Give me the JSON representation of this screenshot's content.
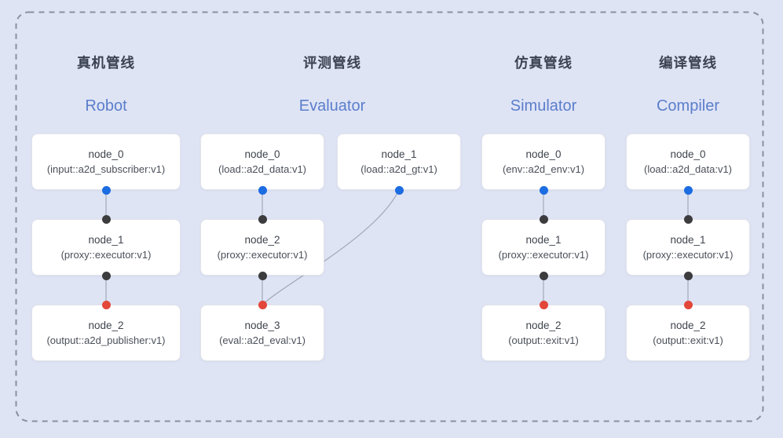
{
  "diagram": {
    "background_color": "#dfe4f5",
    "frame_color": "#8a909c",
    "edge_color": "#a6acb9",
    "box_border_color": "#e2e4ea",
    "title_color": "#3b4252",
    "subtitle_color": "#5b7ecb",
    "port_colors": {
      "source_port": "#1c6ce2",
      "input_port": "#3c3c3e",
      "terminal_port": "#e2473a"
    }
  },
  "pipelines": [
    {
      "id": "robot",
      "title_zh": "真机管线",
      "title_en": "Robot",
      "nodes": [
        {
          "name": "node_0",
          "type": "(input::a2d_subscriber:v1)"
        },
        {
          "name": "node_1",
          "type": "(proxy::executor:v1)"
        },
        {
          "name": "node_2",
          "type": "(output::a2d_publisher:v1)"
        }
      ]
    },
    {
      "id": "evaluator",
      "title_zh": "评测管线",
      "title_en": "Evaluator",
      "nodes": [
        {
          "name": "node_0",
          "type": "(load::a2d_data:v1)"
        },
        {
          "name": "node_1",
          "type": "(load::a2d_gt:v1)"
        },
        {
          "name": "node_2",
          "type": "(proxy::executor:v1)"
        },
        {
          "name": "node_3",
          "type": "(eval::a2d_eval:v1)"
        }
      ]
    },
    {
      "id": "simulator",
      "title_zh": "仿真管线",
      "title_en": "Simulator",
      "nodes": [
        {
          "name": "node_0",
          "type": "(env::a2d_env:v1)"
        },
        {
          "name": "node_1",
          "type": "(proxy::executor:v1)"
        },
        {
          "name": "node_2",
          "type": "(output::exit:v1)"
        }
      ]
    },
    {
      "id": "compiler",
      "title_zh": "编译管线",
      "title_en": "Compiler",
      "nodes": [
        {
          "name": "node_0",
          "type": "(load::a2d_data:v1)"
        },
        {
          "name": "node_1",
          "type": "(proxy::executor:v1)"
        },
        {
          "name": "node_2",
          "type": "(output::exit:v1)"
        }
      ]
    }
  ]
}
